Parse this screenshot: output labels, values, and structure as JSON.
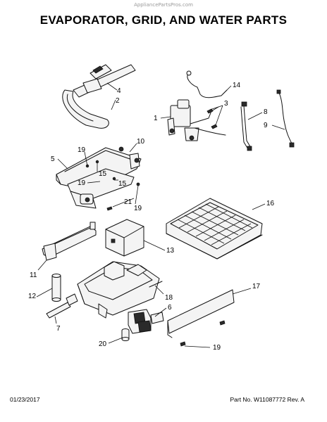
{
  "header": {
    "watermark": "AppliancePartsPros.com",
    "title": "EVAPORATOR, GRID, AND WATER PARTS"
  },
  "callouts": [
    {
      "id": "c14",
      "text": "14"
    },
    {
      "id": "c4",
      "text": "4"
    },
    {
      "id": "c2",
      "text": "2"
    },
    {
      "id": "c3",
      "text": "3"
    },
    {
      "id": "c1",
      "text": "1"
    },
    {
      "id": "c8",
      "text": "8"
    },
    {
      "id": "c9",
      "text": "9"
    },
    {
      "id": "c10",
      "text": "10"
    },
    {
      "id": "c19a",
      "text": "19"
    },
    {
      "id": "c5",
      "text": "5"
    },
    {
      "id": "c15a",
      "text": "15"
    },
    {
      "id": "c19b",
      "text": "19"
    },
    {
      "id": "c15b",
      "text": "15"
    },
    {
      "id": "c21",
      "text": "21"
    },
    {
      "id": "c19c",
      "text": "19"
    },
    {
      "id": "c16",
      "text": "16"
    },
    {
      "id": "c13",
      "text": "13"
    },
    {
      "id": "c11",
      "text": "11"
    },
    {
      "id": "c18",
      "text": "18"
    },
    {
      "id": "c12",
      "text": "12"
    },
    {
      "id": "c17",
      "text": "17"
    },
    {
      "id": "c6",
      "text": "6"
    },
    {
      "id": "c7",
      "text": "7"
    },
    {
      "id": "c20",
      "text": "20"
    },
    {
      "id": "c19d",
      "text": "19"
    }
  ],
  "footer": {
    "date": "01/23/2017",
    "part_number": "Part No. W11087772  Rev. A"
  }
}
